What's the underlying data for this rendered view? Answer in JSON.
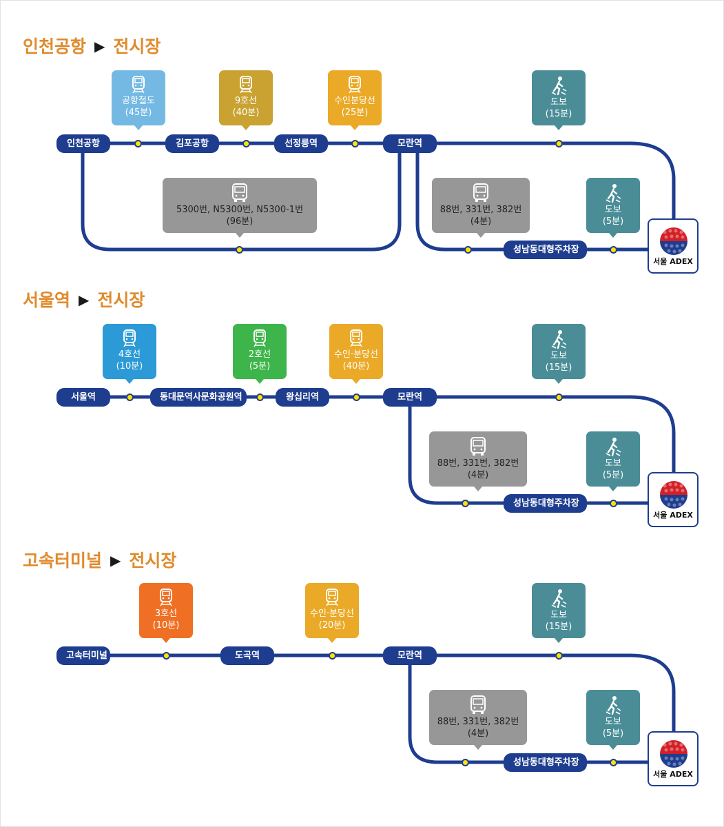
{
  "sections": [
    {
      "title_from": "인천공항",
      "title_to": "전시장",
      "stations": {
        "s1": "인천공항",
        "s2": "김포공항",
        "s3": "선정릉역",
        "moran": "모란역",
        "parking": "성남동대형주차장"
      },
      "callouts": {
        "c1": {
          "line1": "공항철도",
          "line2": "(45분)",
          "color": "#74b9e3",
          "icon": "train-icon"
        },
        "c2": {
          "line1": "9호선",
          "line2": "(40분)",
          "color": "#c9a232",
          "icon": "train-icon"
        },
        "c3": {
          "line1": "수인분당선",
          "line2": "(25분)",
          "color": "#eaa927",
          "icon": "train-icon"
        },
        "walk1": {
          "line1": "도보",
          "line2": "(15분)",
          "color": "#4a8d97",
          "icon": "walk-icon"
        },
        "bus_long": {
          "line1": "5300번, N5300번, N5300-1번",
          "line2": "(96분)",
          "color": "#979797",
          "icon": "bus-icon"
        },
        "bus": {
          "line1": "88번, 331번, 382번",
          "line2": "(4분)",
          "color": "#979797",
          "icon": "bus-icon"
        },
        "walk2": {
          "line1": "도보",
          "line2": "(5분)",
          "color": "#4a8d97",
          "icon": "walk-icon"
        }
      },
      "destination": "서울 ADEX"
    },
    {
      "title_from": "서울역",
      "title_to": "전시장",
      "stations": {
        "s1": "서울역",
        "s2": "동대문역사문화공원역",
        "s3": "왕십리역",
        "moran": "모란역",
        "parking": "성남동대형주차장"
      },
      "callouts": {
        "c1": {
          "line1": "4호선",
          "line2": "(10분)",
          "color": "#2b9ad6",
          "icon": "train-icon"
        },
        "c2": {
          "line1": "2호선",
          "line2": "(5분)",
          "color": "#3db54a",
          "icon": "train-icon"
        },
        "c3": {
          "line1": "수인·분당선",
          "line2": "(40분)",
          "color": "#eaa927",
          "icon": "train-icon"
        },
        "walk1": {
          "line1": "도보",
          "line2": "(15분)",
          "color": "#4a8d97",
          "icon": "walk-icon"
        },
        "bus": {
          "line1": "88번, 331번, 382번",
          "line2": "(4분)",
          "color": "#979797",
          "icon": "bus-icon"
        },
        "walk2": {
          "line1": "도보",
          "line2": "(5분)",
          "color": "#4a8d97",
          "icon": "walk-icon"
        }
      },
      "destination": "서울 ADEX"
    },
    {
      "title_from": "고속터미널",
      "title_to": "전시장",
      "stations": {
        "s1": "고속터미널",
        "s2": "도곡역",
        "moran": "모란역",
        "parking": "성남동대형주차장"
      },
      "callouts": {
        "c1": {
          "line1": "3호선",
          "line2": "(10분)",
          "color": "#ef7024",
          "icon": "train-icon"
        },
        "c3": {
          "line1": "수인·분당선",
          "line2": "(20분)",
          "color": "#eaa927",
          "icon": "train-icon"
        },
        "walk1": {
          "line1": "도보",
          "line2": "(15분)",
          "color": "#4a8d97",
          "icon": "walk-icon"
        },
        "bus": {
          "line1": "88번, 331번, 382번",
          "line2": "(4분)",
          "color": "#979797",
          "icon": "bus-icon"
        },
        "walk2": {
          "line1": "도보",
          "line2": "(5분)",
          "color": "#4a8d97",
          "icon": "walk-icon"
        }
      },
      "destination": "서울 ADEX"
    }
  ]
}
